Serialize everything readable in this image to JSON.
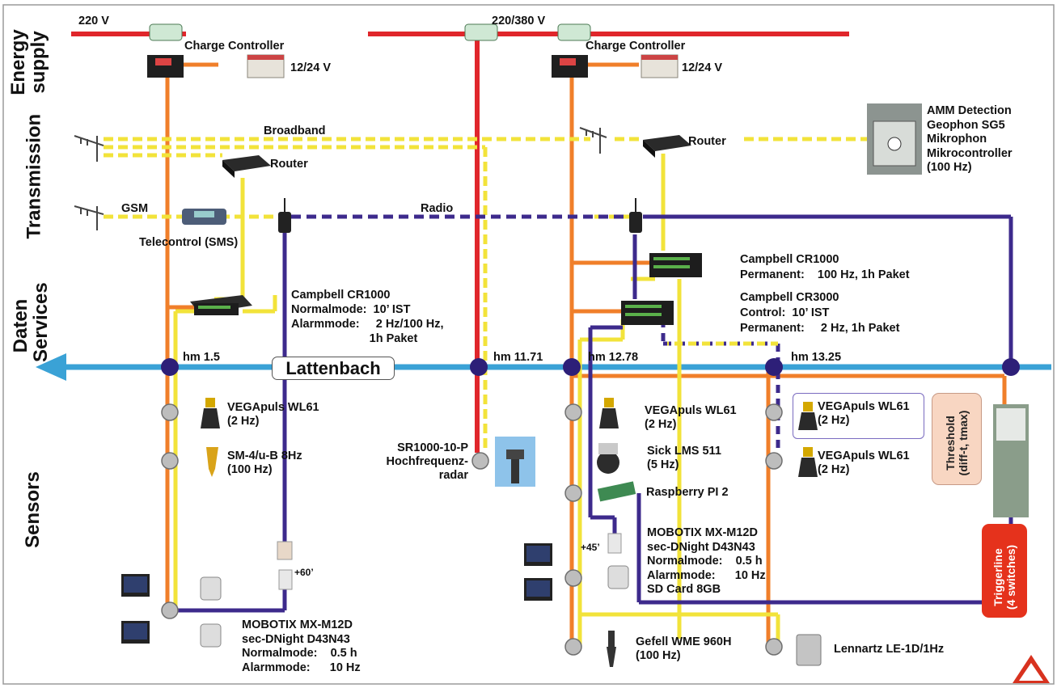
{
  "categories": {
    "energy": "Energy\nsupply",
    "transmission": "Transmission",
    "daten": "Daten\nServices",
    "sensors": "Sensors"
  },
  "voltages": {
    "v220": "220 V",
    "v220_380": "220/380 V",
    "batt_left": "12/24 V",
    "batt_right": "12/24 V"
  },
  "devices": {
    "charge_left": "Charge Controller",
    "charge_right": "Charge Controller",
    "broadband": "Broadband",
    "router_left": "Router",
    "router_right": "Router",
    "gsm": "GSM",
    "radio": "Radio",
    "telecontrol": "Telecontrol (SMS)",
    "amm": "AMM Detection\nGeophon SG5\nMikrophon\nMikrocontroller\n(100 Hz)",
    "cr1000_left": "Campbell CR1000\nNormalmode:  10’ IST\nAlarmmode:     2 Hz/100 Hz,\n                        1h Paket",
    "cr1000_right": "Campbell CR1000\nPermanent:    100 Hz, 1h Paket",
    "cr3000": "Campbell CR3000\nControl:  10’ IST\nPermanent:     2 Hz, 1h Paket"
  },
  "river": {
    "name": "Lattenbach",
    "hm1": "hm 1.5",
    "hm2": "hm 11.71",
    "hm3": "hm 12.78",
    "hm4": "hm 13.25"
  },
  "sensors": {
    "vega1": "VEGApuls WL61\n(2 Hz)",
    "sm4": "SM-4/u-B 8Hz\n(100 Hz)",
    "sr1000": "SR1000-10-P\nHochfrequenz-\nradar",
    "vega2": "VEGApuls WL61\n(2 Hz)",
    "sick": "Sick LMS 511\n(5 Hz)",
    "raspberry": "Raspberry PI 2",
    "mobotix_right": "MOBOTIX MX-M12D\nsec-DNight D43N43\nNormalmode:    0.5 h\nAlarmmode:      10 Hz\nSD Card 8GB",
    "mobotix_left": "MOBOTIX MX-M12D\nsec-DNight D43N43\nNormalmode:    0.5 h\nAlarmmode:      10 Hz",
    "vega3": "VEGApuls WL61\n(2 Hz)",
    "vega4": "VEGApuls WL61\n(2 Hz)",
    "gefell": "Gefell WME 960H\n(100 Hz)",
    "lennartz": "Lennartz LE-1D/1Hz",
    "angle_left": "+60’",
    "angle_right": "+45’"
  },
  "boxes": {
    "threshold": "Threshold\n(diff-t, tmax)",
    "triggerline": "Triggerline\n(4 switches)"
  },
  "colors": {
    "power": "#e0262b",
    "orange": "#f07f2a",
    "yellow": "#f2e33a",
    "purple": "#3d2a8c",
    "river": "#3aa2d6",
    "node": "#2d1f78",
    "sensor": "#bdbdbd"
  }
}
